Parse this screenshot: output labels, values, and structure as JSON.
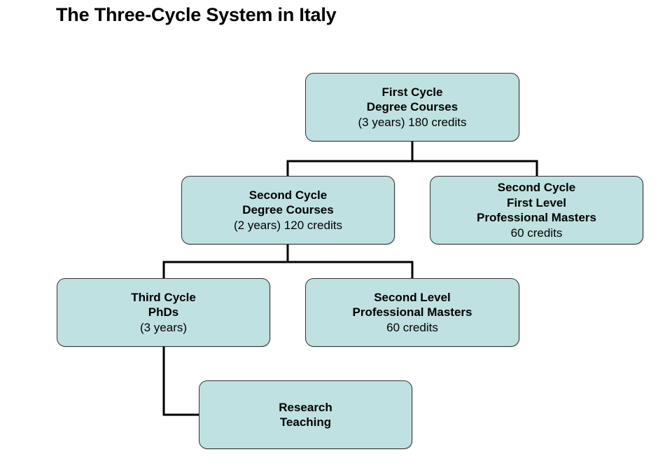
{
  "title": "The Three-Cycle System in Italy",
  "nodes": {
    "first_cycle": {
      "line1": "First Cycle",
      "line2": "Degree Courses",
      "line3": "(3 years) 180 credits"
    },
    "second_cycle_degree": {
      "line1": "Second Cycle",
      "line2": "Degree Courses",
      "line3": "(2 years) 120 credits"
    },
    "second_cycle_masters": {
      "line1": "Second Cycle",
      "line2": "First Level",
      "line3": "Professional Masters",
      "line4": "60 credits"
    },
    "third_cycle": {
      "line1": "Third Cycle",
      "line2": "PhDs",
      "line3": "(3 years)"
    },
    "second_level_masters": {
      "line1": "Second Level",
      "line2": "Professional Masters",
      "line3": "60 credits"
    },
    "research_teaching": {
      "line1": "Research",
      "line2": "Teaching"
    }
  },
  "colors": {
    "box_fill": "#bfe1e1",
    "box_border": "#333333",
    "connector": "#000000"
  }
}
